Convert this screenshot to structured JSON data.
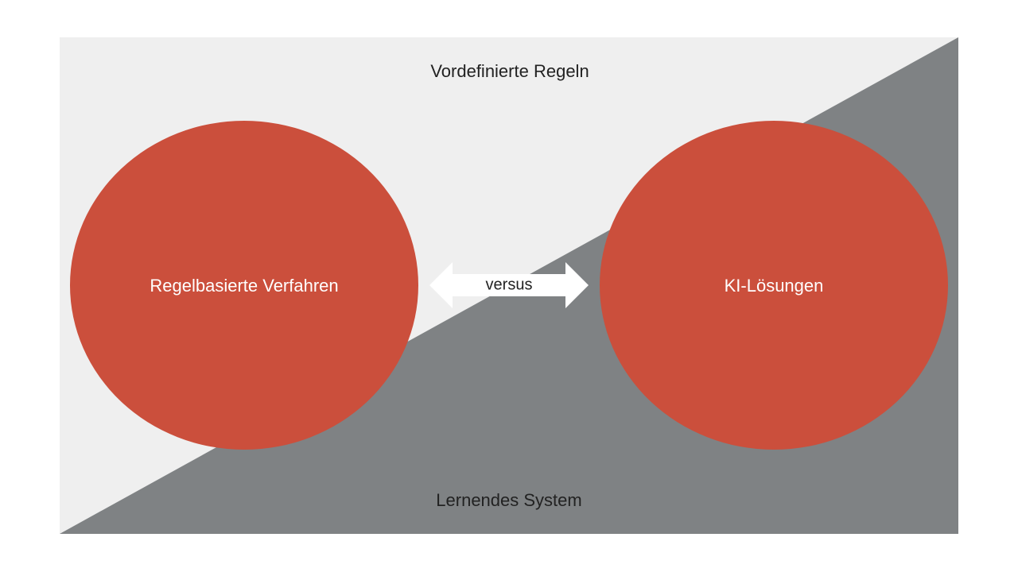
{
  "colors": {
    "background": "#ffffff",
    "light_region": "#efefef",
    "dark_region": "#7f8284",
    "circle": "#cb4f3c",
    "arrow": "#ffffff",
    "dark_text": "#222222",
    "light_text": "#ffffff"
  },
  "regions": {
    "top_label": "Vordefinierte Regeln",
    "bottom_label": "Lernendes System"
  },
  "circles": {
    "left_label": "Regelbasierte Verfahren",
    "right_label": "KI-Lösungen"
  },
  "arrow": {
    "label": "versus",
    "icon": "double-arrow-icon"
  }
}
